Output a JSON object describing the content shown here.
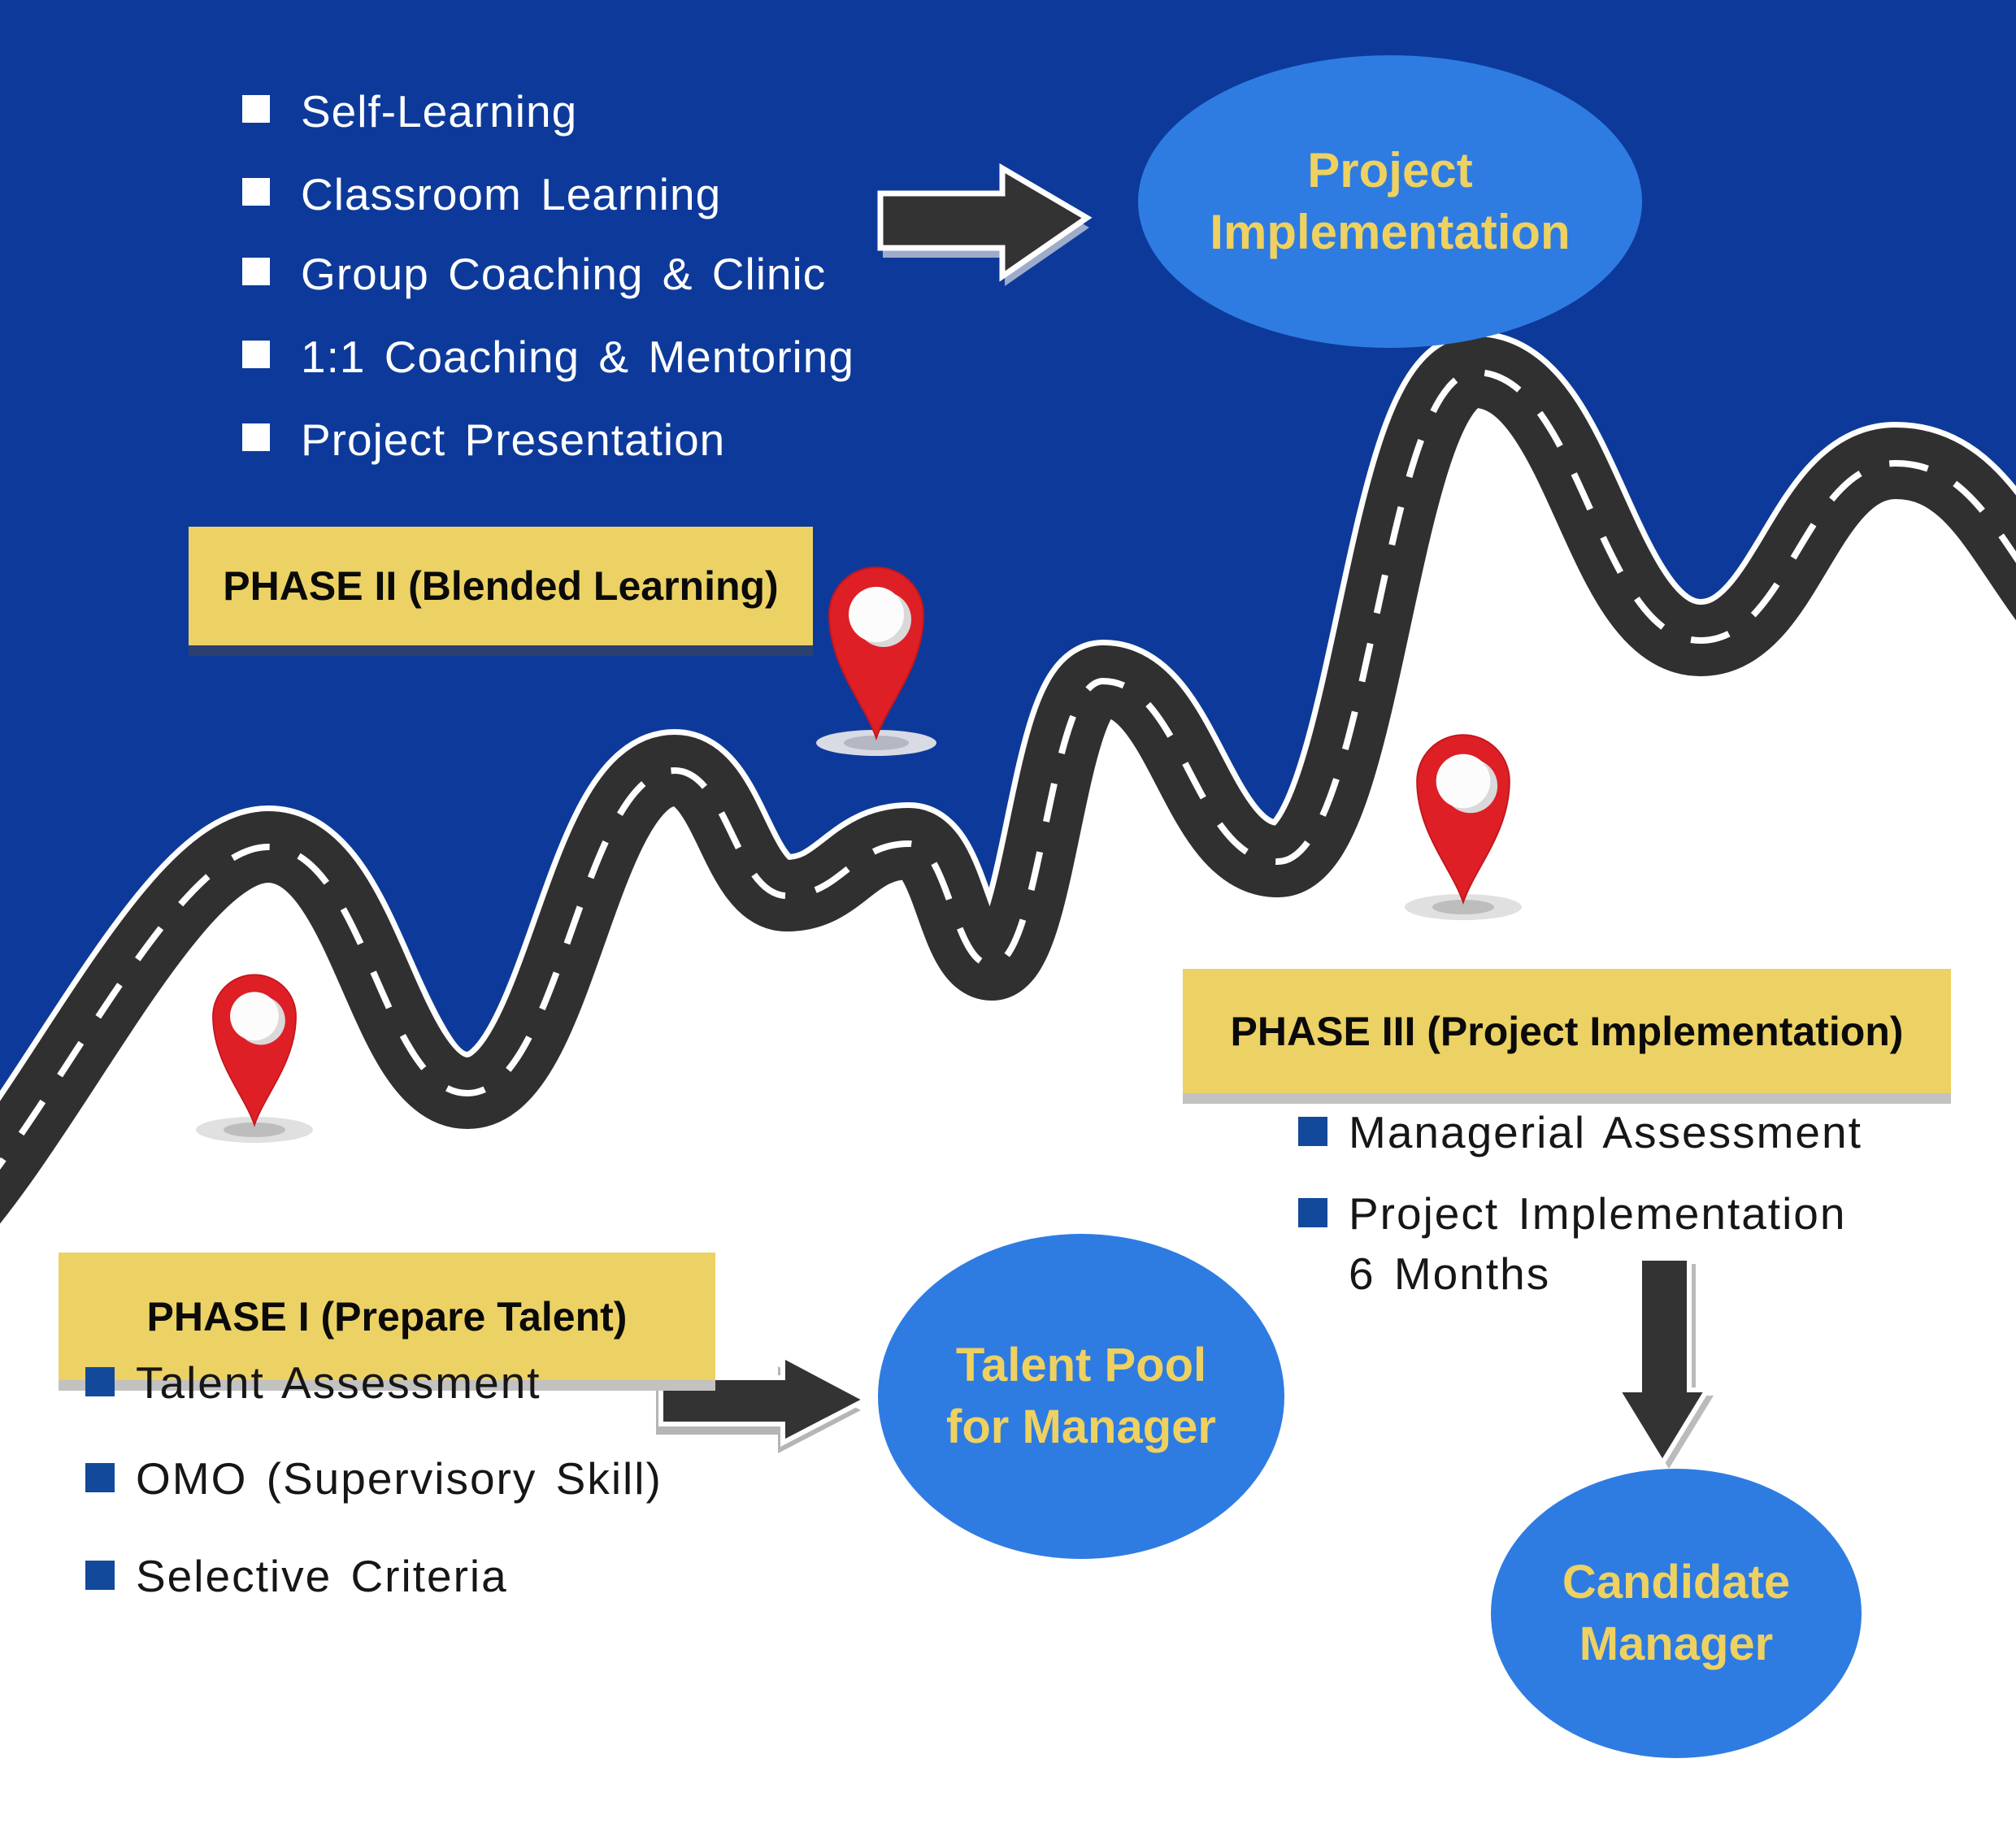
{
  "colors": {
    "navy_background": "#0d3a9a",
    "road_asphalt": "#303030",
    "road_casing": "#ffffff",
    "panel_yellow": "#ecd264",
    "node_blue": "#2e7ce2",
    "node_text_yellow": "#eed161",
    "pin_red": "#de1f26",
    "bullet_navy": "#12499b",
    "bullet_white": "#ffffff",
    "text_dark": "#161616",
    "text_white": "#ffffff",
    "arrow_dark": "#333333"
  },
  "phase2": {
    "label": "PHASE II (Blended Learning)",
    "items": [
      "Self-Learning",
      "Classroom Learning",
      "Group Coaching & Clinic",
      "1:1 Coaching & Mentoring",
      "Project Presentation"
    ]
  },
  "phase3": {
    "label": "PHASE III (Project Implementation)",
    "items": [
      "Managerial Assessment",
      "Project Implementation",
      "6 Months"
    ]
  },
  "phase1": {
    "label": "PHASE I (Prepare Talent)",
    "items": [
      "Talent Assessment",
      "OMO (Supervisory Skill)",
      "Selective Criteria"
    ]
  },
  "nodes": {
    "project": {
      "line1": "Project",
      "line2": "Implementation"
    },
    "talent": {
      "line1": "Talent Pool",
      "line2": "for Manager"
    },
    "candidate": {
      "line1": "Candidate",
      "line2": "Manager"
    }
  }
}
